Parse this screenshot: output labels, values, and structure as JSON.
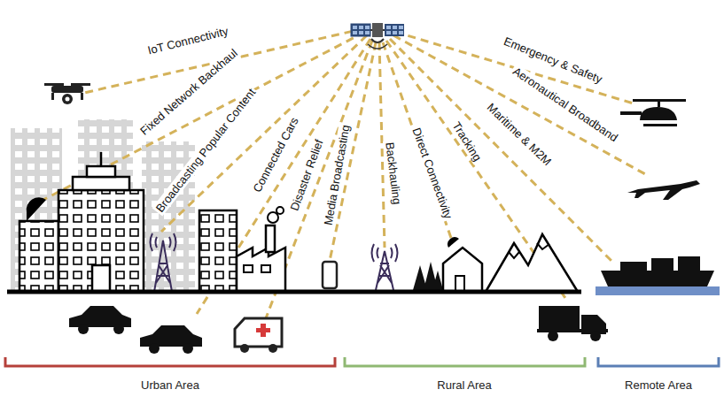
{
  "diagram": {
    "labels": [
      "IoT Connectivity",
      "Fixed Network Backhaul",
      "Broadcasting Popular Content",
      "Connected Cars",
      "Disaster Relief",
      "Media Broadcasting",
      "Backhauling",
      "Direct Connectivity",
      "Tracking",
      "Maritime & M2M",
      "Aeronautical Broadband",
      "Emergency & Safety",
      "Urban Area",
      "Rural Area",
      "Remote Area"
    ]
  }
}
